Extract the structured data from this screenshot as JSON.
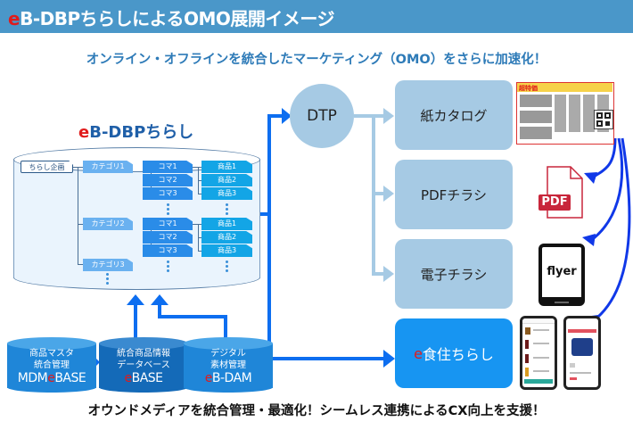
{
  "header": {
    "title_prefix": "e",
    "title_rest": "B-DBPちらしによるOMO展開イメージ",
    "bg_color": "#4a97c9"
  },
  "subtitle": "オンライン・オフラインを統合したマーケティング（OMO）をさらに加速化！",
  "dbp": {
    "title_prefix": "e",
    "title_rest": "B-DBPちらし",
    "plan": "ちらし企画",
    "categories": [
      "カテゴリ1",
      "カテゴリ2",
      "カテゴリ3"
    ],
    "komas": [
      "コマ1",
      "コマ2",
      "コマ3"
    ],
    "items": [
      "商品1",
      "商品2",
      "商品3"
    ]
  },
  "sources": [
    {
      "line1": "商品マスタ",
      "line2": "統合管理",
      "brand_pre": "MDM",
      "brand_e": "e",
      "brand_post": "BASE"
    },
    {
      "line1": "統合商品情報",
      "line2": "データベース",
      "brand_pre": "",
      "brand_e": "e",
      "brand_post": "BASE"
    },
    {
      "line1": "デジタル",
      "line2": "素材管理",
      "brand_pre": "",
      "brand_e": "e",
      "brand_post": "B-DAM"
    }
  ],
  "dtp": "DTP",
  "outputs": [
    {
      "label": "紙カタログ"
    },
    {
      "label": "PDFチラシ"
    },
    {
      "label": "電子チラシ"
    },
    {
      "label_prefix": "e",
      "label": "食住ちらし"
    }
  ],
  "icons": {
    "pdf_label": "PDF",
    "flyer_label": "flyer"
  },
  "footer": "オウンドメディアを統合管理・最適化！シームレス連携によるCX向上を支援！",
  "colors": {
    "accent_blue": "#0d6ef0",
    "light_blue": "#a6cae4",
    "active_blue": "#1795f2",
    "brand_red": "#e01b1b"
  }
}
